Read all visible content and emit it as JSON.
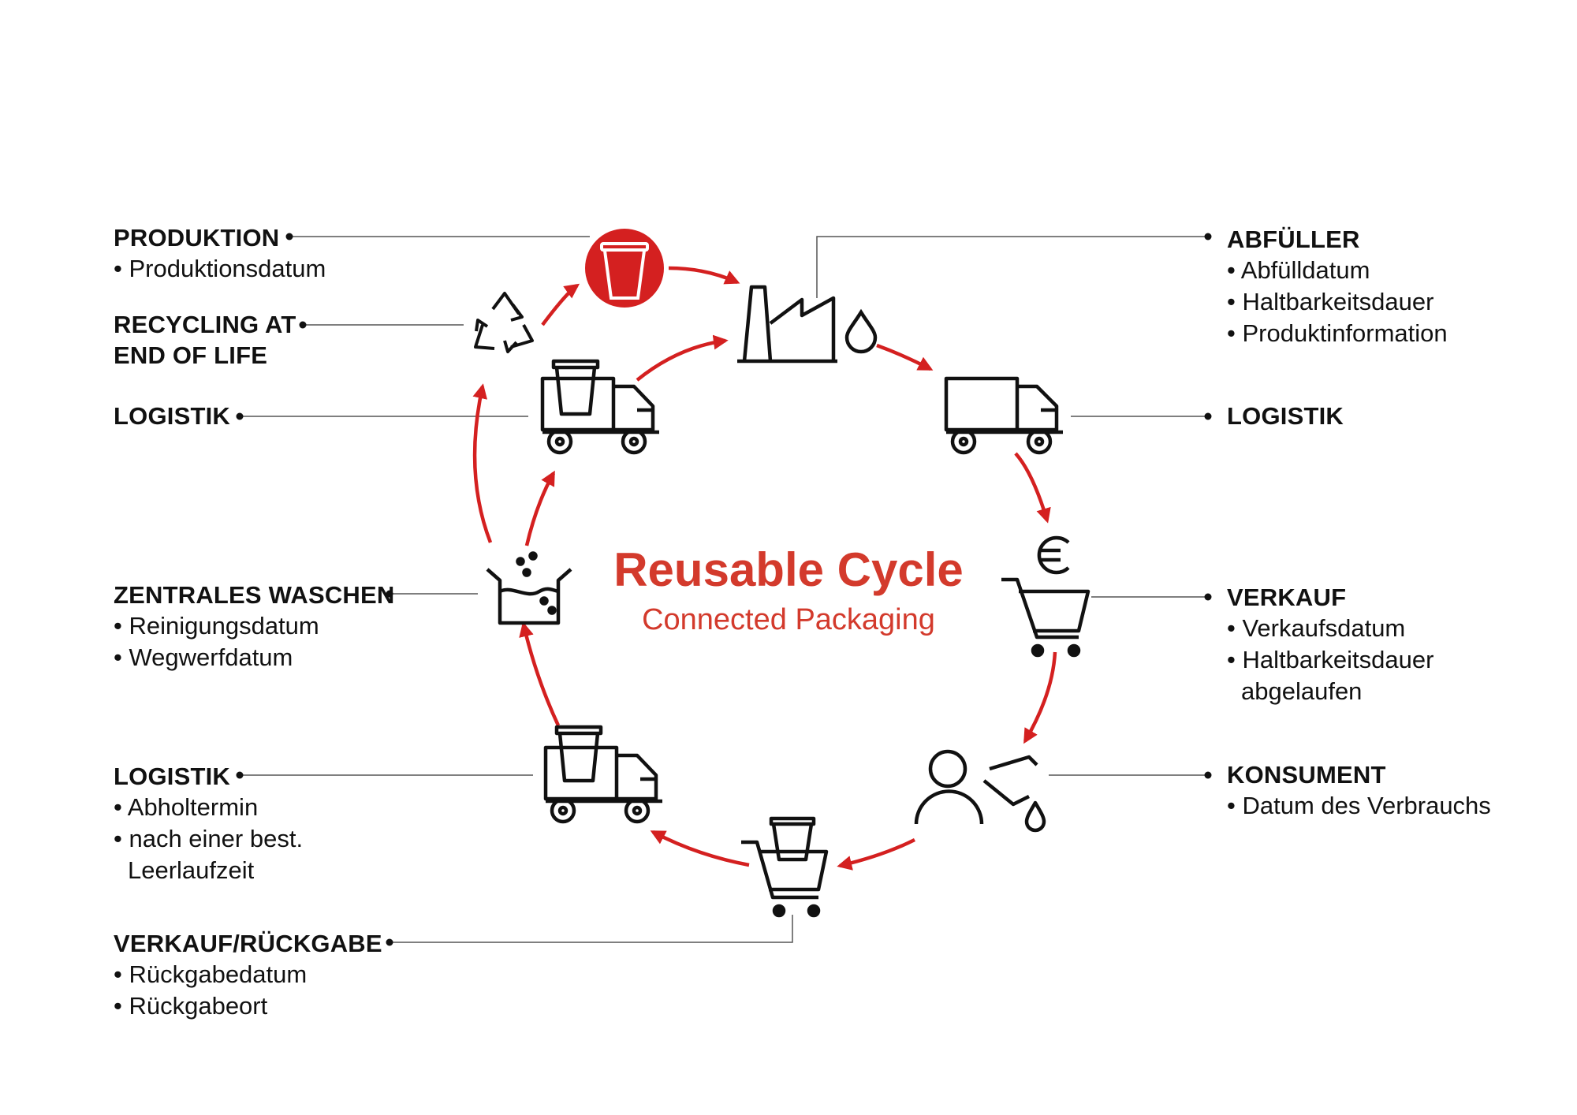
{
  "center": {
    "title": "Reusable Cycle",
    "subtitle": "Connected Packaging"
  },
  "colors": {
    "accent": "#d42020",
    "title": "#d33a2c",
    "ink": "#111111",
    "leader": "#555555"
  },
  "stages": {
    "produktion": {
      "title": "PRODUKTION",
      "items": [
        "Produktionsdatum"
      ]
    },
    "recycling": {
      "title_line1": "RECYCLING AT",
      "title_line2": "END OF LIFE"
    },
    "logistik_left": {
      "title": "LOGISTIK"
    },
    "zentrales_waschen": {
      "title": "ZENTRALES WASCHEN",
      "items": [
        "Reinigungsdatum",
        "Wegwerfdatum"
      ]
    },
    "logistik_return": {
      "title": "LOGISTIK",
      "items": [
        "Abholtermin",
        "nach einer best."
      ],
      "cont": "Leerlaufzeit"
    },
    "verkauf_rueckgabe": {
      "title": "VERKAUF/RÜCKGABE",
      "items": [
        "Rückgabedatum",
        "Rückgabeort"
      ]
    },
    "abfueller": {
      "title": "ABFÜLLER",
      "items": [
        "Abfülldatum",
        "Haltbarkeitsdauer",
        "Produktinformation"
      ]
    },
    "logistik_right": {
      "title": "LOGISTIK"
    },
    "verkauf": {
      "title": "VERKAUF",
      "items": [
        "Verkaufsdatum",
        "Haltbarkeitsdauer"
      ],
      "cont": "abgelaufen"
    },
    "konsument": {
      "title": "KONSUMENT",
      "items": [
        "Datum des Verbrauchs"
      ]
    }
  },
  "icons": [
    "cup-icon",
    "factory-icon",
    "water-drop-icon",
    "delivery-truck-icon",
    "euro-icon",
    "shopping-cart-icon",
    "consumer-icon",
    "pouring-cup-icon",
    "cart-with-cup-icon",
    "truck-with-cup-icon",
    "washing-basin-icon",
    "recycling-icon"
  ]
}
